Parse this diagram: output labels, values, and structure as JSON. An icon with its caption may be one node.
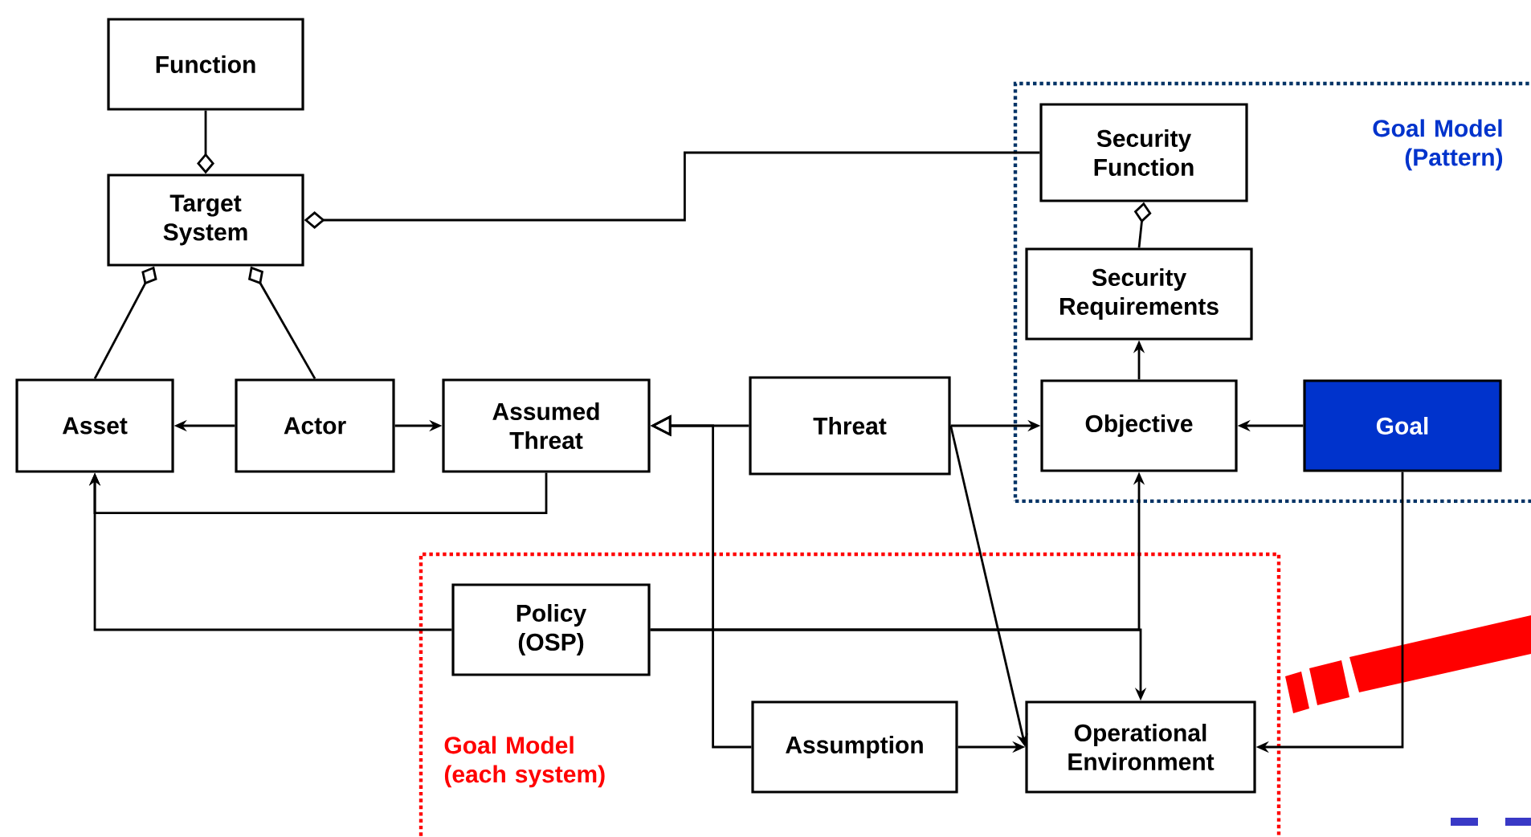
{
  "diagram": {
    "nodes": [
      {
        "text": [
          "Function"
        ]
      },
      {
        "text": [
          "Target System"
        ]
      },
      {
        "text": [
          "Goal Model (Pattern)"
        ]
      },
      {
        "text": [
          "Security Function"
        ],
        "in": 2
      },
      {
        "text": [
          "Security Requirements"
        ],
        "in": 2
      },
      {
        "text": [
          "Asset"
        ]
      },
      {
        "text": [
          "Actor"
        ]
      },
      {
        "text": [
          "Assumed Threat"
        ]
      },
      {
        "text": [
          "Threat"
        ]
      },
      {
        "text": [
          "Objective"
        ],
        "in": 2
      },
      {
        "text": [
          "Goal"
        ],
        "in": 2
      },
      {
        "text": [
          "Goal Model (each system)"
        ]
      },
      {
        "text": [
          "Policy (OSP)"
        ],
        "in": 11
      },
      {
        "text": [
          "Assumption"
        ],
        "in": 11
      },
      {
        "text": [
          "Operational Environment"
        ],
        "in": 11
      }
    ],
    "edges": [
      {
        "from": 0,
        "to": 1,
        "arrow": "other"
      },
      {
        "from": 3,
        "to": 1,
        "arrow": "other"
      },
      {
        "from": 5,
        "to": 1,
        "arrow": "other"
      },
      {
        "from": 6,
        "to": 1,
        "arrow": "other"
      },
      {
        "from": 6,
        "to": 5,
        "arrow": "to"
      },
      {
        "from": 6,
        "to": 7,
        "arrow": "to"
      },
      {
        "from": 7,
        "to": 5,
        "arrow": "to"
      },
      {
        "from": 8,
        "to": 7,
        "arrow": "to"
      },
      {
        "from": 13,
        "to": 7,
        "arrow": "to"
      },
      {
        "from": 8,
        "to": 9,
        "arrow": "to"
      },
      {
        "from": 8,
        "to": 14,
        "arrow": "to"
      },
      {
        "from": 10,
        "to": 9,
        "arrow": "to"
      },
      {
        "from": 9,
        "to": 4,
        "arrow": "to"
      },
      {
        "from": 4,
        "to": 3,
        "arrow": "other"
      },
      {
        "from": 12,
        "to": 5,
        "arrow": "to"
      },
      {
        "from": 12,
        "to": 9,
        "arrow": "to"
      },
      {
        "from": 12,
        "to": 14,
        "arrow": "to"
      },
      {
        "from": 10,
        "to": 14,
        "arrow": "to"
      },
      {
        "from": 13,
        "to": 14,
        "arrow": "to"
      }
    ]
  }
}
